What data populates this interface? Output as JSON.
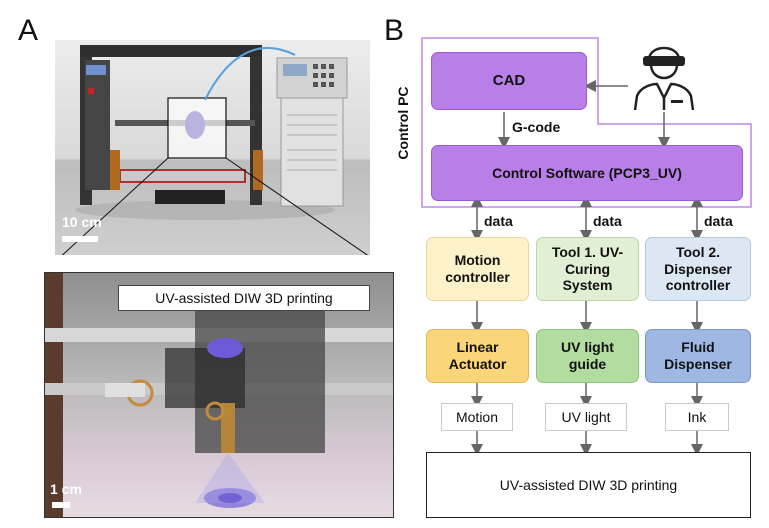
{
  "panel_a": {
    "letter": "A",
    "scale_top": "10 cm",
    "scale_bottom": "1 cm",
    "inset_label": "UV-assisted DIW 3D printing"
  },
  "panel_b": {
    "letter": "B",
    "control_pc": "Control PC",
    "cad": "CAD",
    "gcode": "G-code",
    "control_software": "Control Software (PCP3_UV)",
    "data1": "data",
    "data2": "data",
    "data3": "data",
    "motion_controller": "Motion controller",
    "tool1": "Tool 1. UV-Curing System",
    "tool2": "Tool 2. Dispenser controller",
    "linear_actuator": "Linear Actuator",
    "uv_light_guide": "UV light guide",
    "fluid_dispenser": "Fluid Dispenser",
    "motion": "Motion",
    "uv_light": "UV light",
    "ink": "Ink",
    "final": "UV-assisted DIW 3D printing"
  },
  "colors": {
    "purple": "#b97fe8",
    "pc_border": "#c79bea",
    "arrow": "#666666"
  }
}
